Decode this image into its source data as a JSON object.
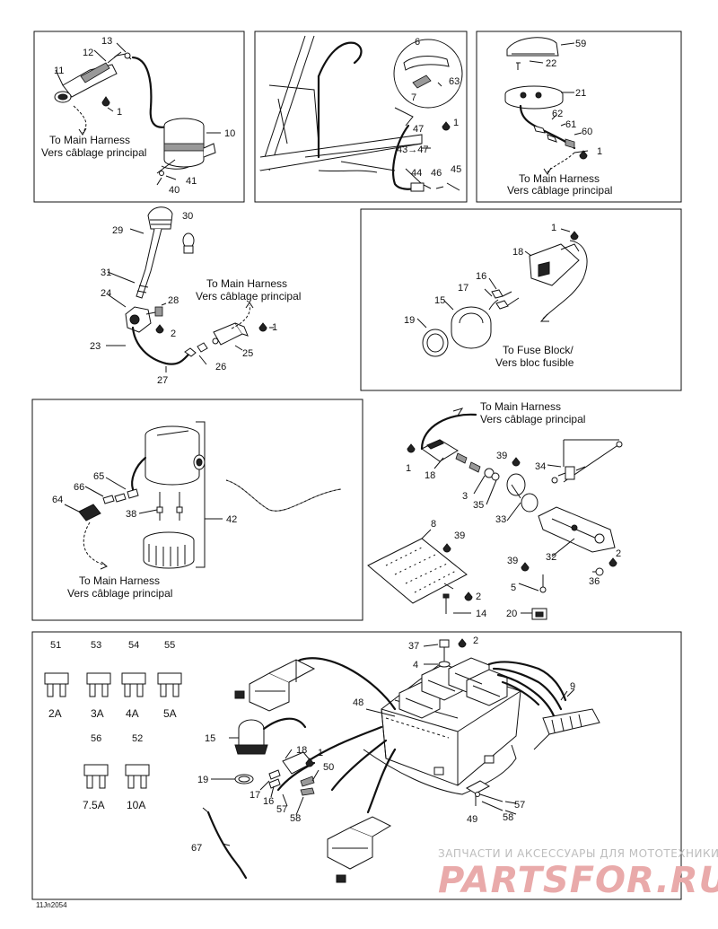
{
  "panels": {
    "p1": {
      "callouts": [
        "13",
        "12",
        "11",
        "1",
        "10",
        "41",
        "40"
      ],
      "caption_en": "To Main Harness",
      "caption_fr": "Vers câblage principal"
    },
    "p2": {
      "callouts": [
        "6",
        "63",
        "7",
        "1",
        "47",
        "43→47",
        "44",
        "46",
        "45"
      ]
    },
    "p3": {
      "callouts": [
        "59",
        "22",
        "21",
        "62",
        "61",
        "60",
        "1"
      ],
      "caption_en": "To Main Harness",
      "caption_fr": "Vers câblage principal"
    },
    "p4": {
      "callouts": [
        "30",
        "29",
        "31",
        "28",
        "24",
        "2",
        "1",
        "23",
        "25",
        "26",
        "27"
      ],
      "caption_en": "To Main Harness",
      "caption_fr": "Vers câblage principal"
    },
    "p5": {
      "callouts": [
        "1",
        "18",
        "16",
        "17",
        "15",
        "19"
      ],
      "caption_en": "To Fuse Block/",
      "caption_fr": "Vers bloc fusible"
    },
    "p6": {
      "callouts": [
        "65",
        "66",
        "64",
        "38",
        "42"
      ],
      "caption_en": "To Main Harness",
      "caption_fr": "Vers câblage principal"
    },
    "p7": {
      "callouts": [
        "1",
        "18",
        "39",
        "34",
        "3",
        "35",
        "33",
        "8",
        "39",
        "32",
        "2",
        "36",
        "39",
        "5",
        "2",
        "14",
        "20"
      ],
      "caption_en": "To Main Harness",
      "caption_fr": "Vers câblage principal"
    },
    "p8": {
      "fuses": [
        {
          "num": "51",
          "amp": "2A"
        },
        {
          "num": "53",
          "amp": "3A"
        },
        {
          "num": "54",
          "amp": "4A"
        },
        {
          "num": "55",
          "amp": "5A"
        },
        {
          "num": "56",
          "amp": "7.5A"
        },
        {
          "num": "52",
          "amp": "10A"
        }
      ],
      "callouts": [
        "37",
        "2",
        "4",
        "48",
        "9",
        "15",
        "18",
        "1",
        "50",
        "19",
        "17",
        "16",
        "57",
        "58",
        "49",
        "57",
        "58",
        "67"
      ]
    }
  },
  "footer": {
    "code": "11Jn2054",
    "watermark_line": "ЗАПЧАСТИ И АКСЕССУАРЫ ДЛЯ МОТОТЕХНИКИ",
    "watermark_logo": "PARTSFOR.RU"
  }
}
